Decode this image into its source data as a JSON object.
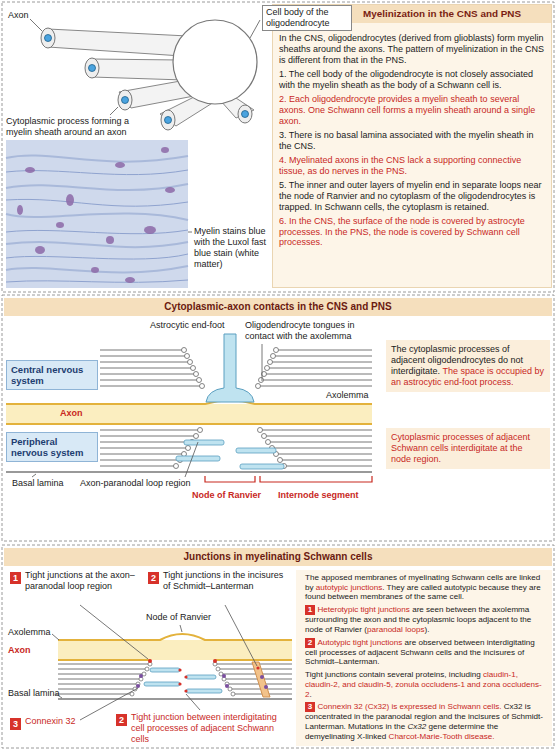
{
  "diagram": {
    "nodes": [
      {
        "text": [
          "Myelinization in the CNS and PNS",
          "In the CNS, oligodendrocytes (derived from glioblasts) form myelin sheaths around the axons. The pattern of myelinization in the CNS is different from that in the PNS.",
          "1. The cell body of the oligodendrocyte is not closely associated with the myelin sheath as the body of a Schwann cell is.",
          "2. Each oligodendrocyte provides a myelin sheath to several axons. One Schwann cell forms a myelin sheath around a single axon.",
          "3. There is no basal lamina associated with the myelin sheath in the CNS.",
          "4. Myelinated axons in the CNS lack a supporting connective tissue, as do nerves in the PNS.",
          "5. The inner and outer layers of myelin end in separate loops near the node of Ranvier and no cytoplasm of the oligodendrocytes is trapped. In Schwann cells, the cytoplasm is retained.",
          "6. In the CNS, the surface of the node is covered by astrocyte processes. In the PNS, the node is covered by Schwann cell processes."
        ]
      },
      {
        "text": [
          "Cytoplasmic-axon contacts in the CNS and PNS"
        ]
      },
      {
        "text": [
          "Central nervous system"
        ]
      },
      {
        "text": [
          "The cytoplasmic processes of adjacent oligodendrocytes do not interdigitate.",
          "The space is occupied by an astrocytic end-foot process."
        ]
      },
      {
        "text": [
          "Peripheral nervous system"
        ]
      },
      {
        "text": [
          "Cytoplasmic processes of adjacent Schwann cells interdigitate at the node region."
        ]
      },
      {
        "text": [
          "Junctions in myelinating Schwann cells"
        ]
      },
      {
        "text": [
          "The apposed membranes of myelinating Schwann cells are linked by",
          "autotypic junctions",
          ". They are called autotypic because they are found between membranes of the same cell.",
          "1",
          "Heterotypic tight junctions",
          "are seen between the axolemma surrounding the axon and the cytoplasmic loops adjacent to the node of Ranvier (",
          "paranodal loops",
          ").",
          "2",
          "Autotypic tight junctions",
          "are observed between interdigitating cell processes of adjacent Schwann cells and the incisures of Schmidt–Lanterman.",
          "Tight junctions contain several proteins, including",
          "claudin-1, claudin-2, and claudin-5, zonula occludens-1 and zona occludens-2",
          ".",
          "3",
          "Connexin 32 (Cx32) is expressed in Schwann cells.",
          "Cx32 is concentrated in the paranodal region and the incisures of Schmidt-Lanterman. Mutations in the",
          "Cx32",
          "gene determine the demyelinating X-linked",
          "Charcot-Marie-Tooth disease."
        ]
      }
    ],
    "labels": [
      "Cell body of the oligodendrocyte",
      "Axon",
      "Cytoplasmic process forming a myelin sheath around an axon",
      "Myelin stains blue with the Luxol fast blue stain (white matter)",
      "Astrocytic end-foot",
      "Oligodendrocyte tongues in contact with the axolemma",
      "Axolemma",
      "Axon",
      "Axon-paranodal loop region",
      "Basal lamina",
      "Node of Ranvier",
      "Internode segment",
      "1",
      "Tight junctions at the axon–paranodal loop region",
      "2",
      "Tight junctions in the incisures of Schmidt–Lanterman",
      "Axolemma",
      "Node of Ranvier",
      "Axon",
      "Basal lamina",
      "3",
      "Connexin 32",
      "2",
      "Tight junction between interdigitating cell processes of adjacent Schwann cells"
    ]
  }
}
